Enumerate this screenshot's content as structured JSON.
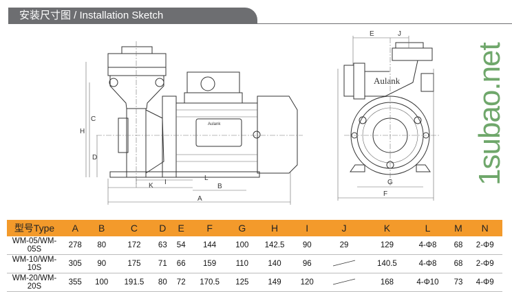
{
  "header": {
    "title": "安装尺寸图 / Installation Sketch"
  },
  "drawing": {
    "brand": "Aulank",
    "side_view_labels": {
      "A": "A",
      "B": "B",
      "C": "C",
      "D": "D",
      "H": "H",
      "I": "I",
      "K": "K",
      "L": "L"
    },
    "front_view_labels": {
      "E": "E",
      "J": "J",
      "G": "G",
      "F": "F"
    }
  },
  "table": {
    "headers": [
      "型号Type",
      "A",
      "B",
      "C",
      "D",
      "E",
      "F",
      "G",
      "H",
      "I",
      "J",
      "K",
      "L",
      "M",
      "N"
    ],
    "rows": [
      [
        "WM-05/WM-05S",
        "278",
        "80",
        "172",
        "63",
        "54",
        "144",
        "100",
        "142.5",
        "90",
        "29",
        "129",
        "4-Φ8",
        "68",
        "2-Φ9"
      ],
      [
        "WM-10/WM-10S",
        "305",
        "90",
        "175",
        "71",
        "66",
        "159",
        "110",
        "140",
        "96",
        "",
        "140.5",
        "4-Φ8",
        "68",
        "2-Φ9"
      ],
      [
        "WM-20/WM-20S",
        "355",
        "100",
        "191.5",
        "80",
        "72",
        "170.5",
        "125",
        "149",
        "120",
        "",
        "168",
        "4-Φ10",
        "73",
        "4-Φ9"
      ]
    ]
  },
  "watermark": "1subao.net"
}
